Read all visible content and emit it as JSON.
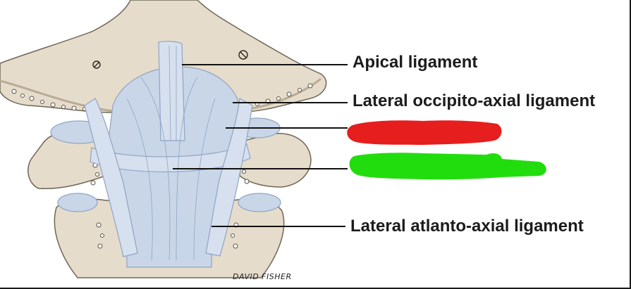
{
  "labels": {
    "apical": "Apical ligament",
    "lateral_occipito_axial": "Lateral occipito-axial ligament",
    "lateral_atlanto_axial": "Lateral atlanto-axial ligament"
  },
  "redactions": [
    {
      "name": "red-marker-redaction",
      "color": "#e61e1e"
    },
    {
      "name": "green-marker-redaction",
      "color": "#22dd0e"
    }
  ],
  "colors": {
    "bone": "#e6dccb",
    "bone_shadow": "#b9ab94",
    "ligament": "#c9d6e8",
    "ligament_line": "#8ea4c4",
    "leader_line": "#111111"
  },
  "signature": "DAVID FISHER"
}
